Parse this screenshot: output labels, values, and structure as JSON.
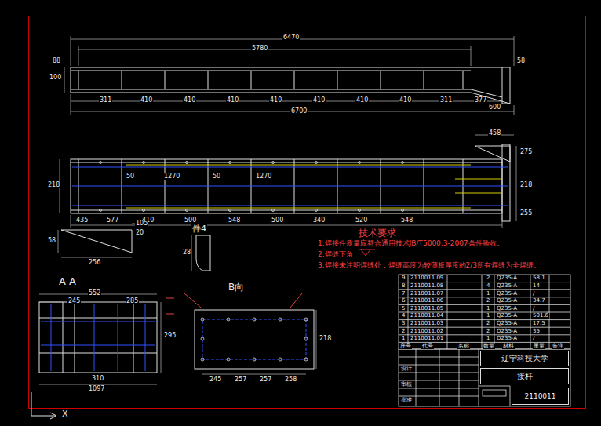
{
  "diagram": {
    "nodes": [
      {
        "text": [
          "辽宁科技大学"
        ]
      },
      {
        "text": [
          "接杆"
        ]
      },
      {
        "text": [
          "2110011"
        ]
      }
    ],
    "labels": [
      "6470",
      "5780",
      "58",
      "88",
      "100",
      "311",
      "410",
      "410",
      "410",
      "410",
      "410",
      "410",
      "410",
      "311",
      "377",
      "600",
      "6700",
      "458",
      "218",
      "50",
      "1270",
      "50",
      "1270",
      "275",
      "218",
      "255",
      "435",
      "577",
      "410",
      "500",
      "548",
      "500",
      "340",
      "520",
      "548",
      "105",
      "20",
      "58",
      "256",
      "件4",
      "28",
      "A-A",
      "552",
      "245",
      "285",
      "295",
      "310",
      "1097",
      "B向",
      "218",
      "245",
      "257",
      "257",
      "258",
      "技术要求",
      "1.焊接件质量应符合通用技术JB/T5000.3-2007条件验收。",
      "2.焊缝下角",
      "3.焊接未注明焊缝处，焊缝高度为较薄板厚度的2/3所有焊缝为全焊缝。",
      "9",
      "2110011.09",
      "2",
      "Q235-A",
      "58.1",
      "8",
      "2110011.08",
      "4",
      "Q235-A",
      "14",
      "7",
      "2110011.07",
      "1",
      "Q235-A",
      "/",
      "6",
      "2110011.06",
      "2",
      "Q235-A",
      "34.7",
      "5",
      "2110011.05",
      "1",
      "Q235-A",
      "/",
      "4",
      "2110011.04",
      "1",
      "Q235-A",
      "501.6",
      "3",
      "2110011.03",
      "2",
      "Q235-A",
      "17.5",
      "2",
      "2110011.02",
      "2",
      "Q235-A",
      "35",
      "1",
      "2110011.01",
      "1",
      "Q235-A",
      "/",
      "序号",
      "代号",
      "名称",
      "数量",
      "材料",
      "重量",
      "备注",
      "设计",
      "审核",
      "批准",
      "X"
    ]
  }
}
